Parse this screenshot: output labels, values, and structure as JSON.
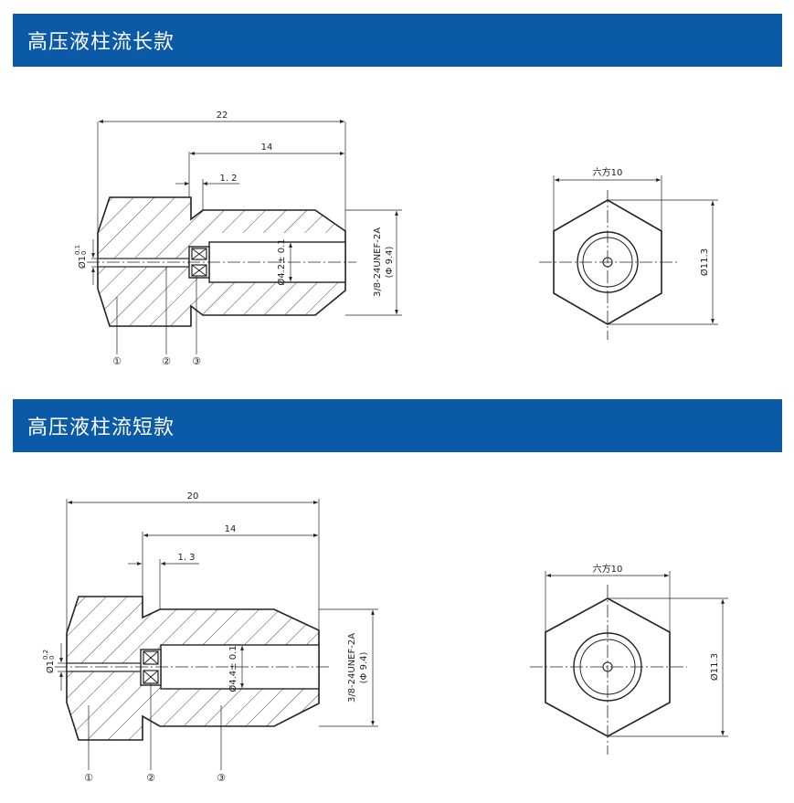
{
  "sections": [
    {
      "title": "高压液柱流长款",
      "dims": {
        "overall": "22",
        "bore_depth": "14",
        "groove": "1. 2",
        "orifice_dia": "Ø1",
        "orifice_tol_upper": "0.1",
        "orifice_tol_lower": "0",
        "bore_dia": "Ø4.2± 0.1",
        "thread": "3/8-24UNEF-2A",
        "thread_major": "(Φ 9.4)",
        "hex_across_flats": "六方10",
        "hex_across_corners": "Ø11.3"
      },
      "callouts": [
        "①",
        "②",
        "③"
      ]
    },
    {
      "title": "高压液柱流短款",
      "dims": {
        "overall": "20",
        "bore_depth": "14",
        "groove": "1. 3",
        "orifice_dia": "Ø1",
        "orifice_tol_upper": "0.2",
        "orifice_tol_lower": "0",
        "bore_dia": "Ø4.4± 0.1",
        "thread": "3/8-24UNEF-2A",
        "thread_major": "(Φ 9.4)",
        "hex_across_flats": "六方10",
        "hex_across_corners": "Ø11.3"
      },
      "callouts": [
        "①",
        "②",
        "③"
      ]
    }
  ],
  "colors": {
    "banner": "#0b5aa7",
    "line": "#222222"
  }
}
